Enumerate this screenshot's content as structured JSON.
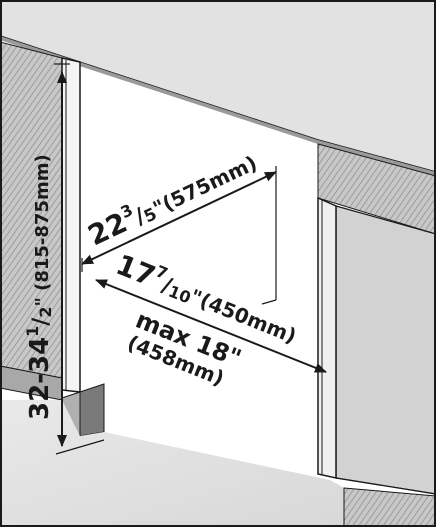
{
  "dimensions": {
    "height_main": "32-34",
    "height_sup": "1",
    "height_sub": "2",
    "height_tail": "\" (815-875mm)",
    "depth_main": "22",
    "depth_sup": "3",
    "depth_sub": "5",
    "depth_tail": "\"(575mm)",
    "width_main": "17",
    "width_sup": "7",
    "width_sub": "10",
    "width_tail": "\"(450mm)",
    "maxwidth_line1": "max 18\"",
    "maxwidth_line2": "(458mm)"
  }
}
